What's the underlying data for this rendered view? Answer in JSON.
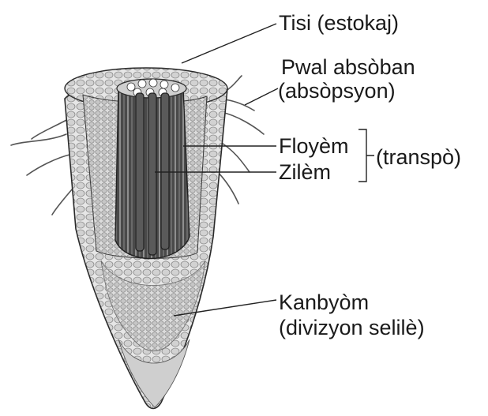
{
  "labels": {
    "tissue": "Tisi (estokaj)",
    "root_hair_line1": "Pwal absòban",
    "root_hair_line2": "(absòpsyon)",
    "phloem": "Floyèm",
    "xylem": "Zilèm",
    "transport": "(transpò)",
    "cambium_line1": "Kanbyòm",
    "cambium_line2": "(divizyon selilè)"
  },
  "colors": {
    "outline": "#2a2a2a",
    "cell_fill": "#d8d8d8",
    "vascular_dark": "#3a3a3a",
    "label_text": "#1a1a1a",
    "leader_line": "#222222"
  }
}
